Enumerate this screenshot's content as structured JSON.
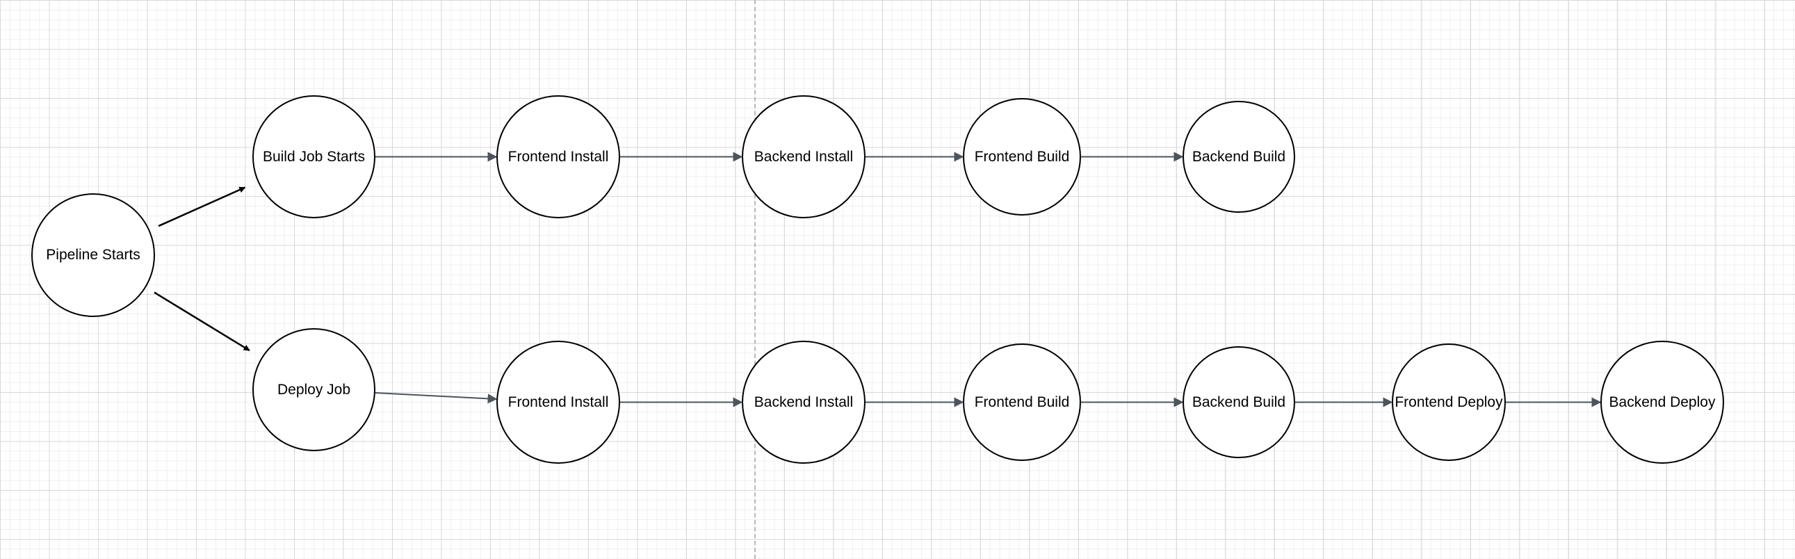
{
  "diagram": {
    "nodes": [
      {
        "id": "n_pipeline",
        "label": "Pipeline Starts"
      },
      {
        "id": "n_build_job",
        "label": "Build Job Starts"
      },
      {
        "id": "n_b_fe_install",
        "label": "Frontend Install"
      },
      {
        "id": "n_b_be_install",
        "label": "Backend Install"
      },
      {
        "id": "n_b_fe_build",
        "label": "Frontend Build"
      },
      {
        "id": "n_b_be_build",
        "label": "Backend Build"
      },
      {
        "id": "n_deploy_job",
        "label": "Deploy Job"
      },
      {
        "id": "n_d_fe_install",
        "label": "Frontend Install"
      },
      {
        "id": "n_d_be_install",
        "label": "Backend Install"
      },
      {
        "id": "n_d_fe_build",
        "label": "Frontend Build"
      },
      {
        "id": "n_d_be_build",
        "label": "Backend Build"
      },
      {
        "id": "n_d_fe_deploy",
        "label": "Frontend Deploy"
      },
      {
        "id": "n_d_be_deploy",
        "label": "Backend Deploy"
      }
    ],
    "edges": [
      {
        "from": "n_pipeline",
        "to": "n_build_job"
      },
      {
        "from": "n_pipeline",
        "to": "n_deploy_job"
      },
      {
        "from": "n_build_job",
        "to": "n_b_fe_install"
      },
      {
        "from": "n_b_fe_install",
        "to": "n_b_be_install"
      },
      {
        "from": "n_b_be_install",
        "to": "n_b_fe_build"
      },
      {
        "from": "n_b_fe_build",
        "to": "n_b_be_build"
      },
      {
        "from": "n_deploy_job",
        "to": "n_d_fe_install"
      },
      {
        "from": "n_d_fe_install",
        "to": "n_d_be_install"
      },
      {
        "from": "n_d_be_install",
        "to": "n_d_fe_build"
      },
      {
        "from": "n_d_fe_build",
        "to": "n_d_be_build"
      },
      {
        "from": "n_d_be_build",
        "to": "n_d_fe_deploy"
      },
      {
        "from": "n_d_fe_deploy",
        "to": "n_d_be_deploy"
      }
    ]
  },
  "colors": {
    "node_border": "#000000",
    "edge_primary": "#000000",
    "edge_secondary": "#4d545c"
  }
}
